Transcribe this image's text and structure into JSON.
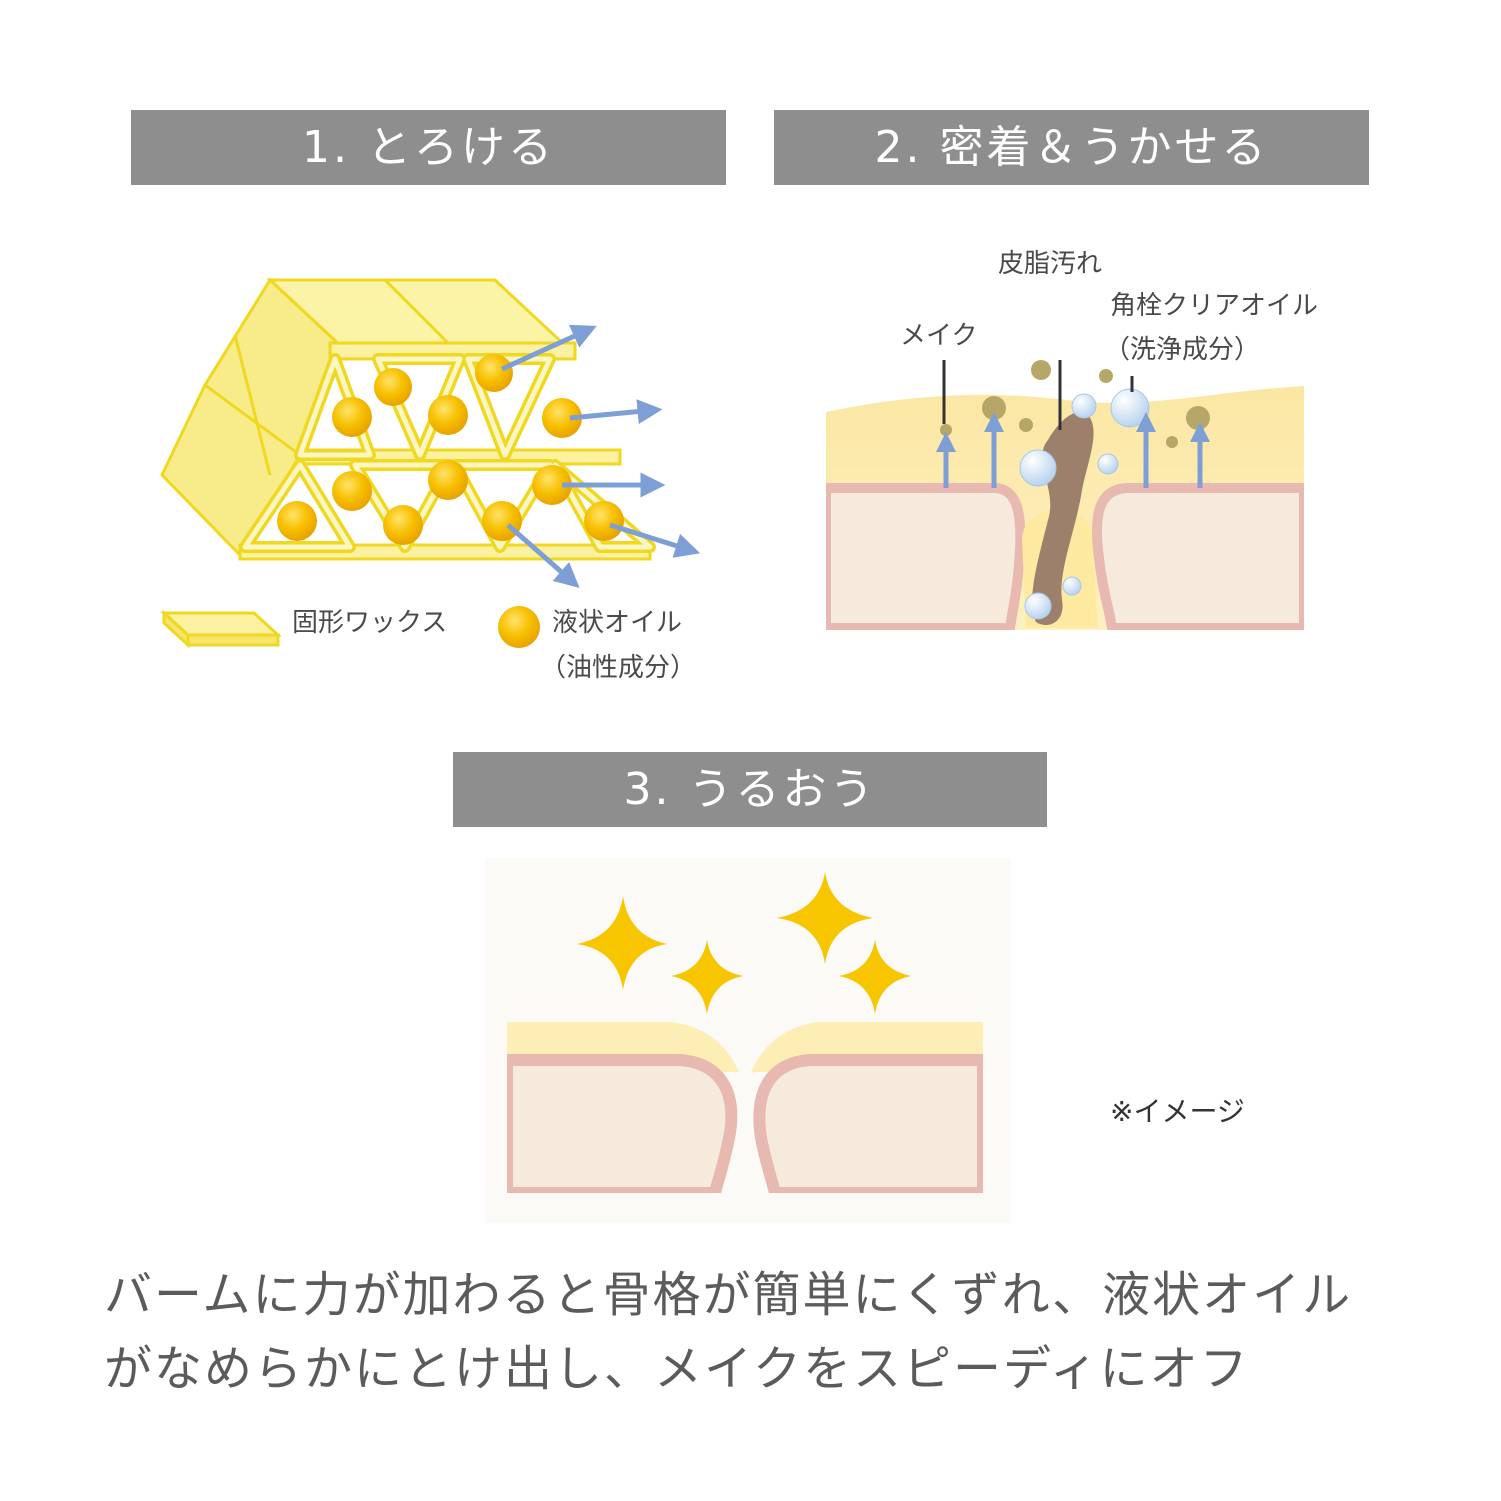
{
  "sections": [
    {
      "title": "1. とろける"
    },
    {
      "title": "2. 密着＆うかせる"
    },
    {
      "title": "3. うるおう"
    }
  ],
  "diagram1": {
    "legend_wax": "固形ワックス",
    "legend_oil_line1": "液状オイル",
    "legend_oil_line2": "（油性成分）"
  },
  "diagram2": {
    "label_makeup": "メイク",
    "label_sebum": "皮脂汚れ",
    "label_cleanser_line1": "角栓クリアオイル",
    "label_cleanser_line2": "（洗浄成分）"
  },
  "note": "※イメージ",
  "caption": {
    "line1": "バームに力が加わると骨格が簡単にくずれ、液状オイル",
    "line2": "がなめらかにとけ出し、メイクをスピーディにオフ"
  },
  "colors": {
    "header_bg": "#8e8e8e",
    "wax_yellow": "#f5e96a",
    "wax_edge": "#f2dc1c",
    "oil_orange": "#f5b800",
    "arrow_blue": "#7e9fd6",
    "skin_pink": "#e8b9b0",
    "skin_cream": "#f6eadc",
    "sparkle": "#f7c600"
  }
}
